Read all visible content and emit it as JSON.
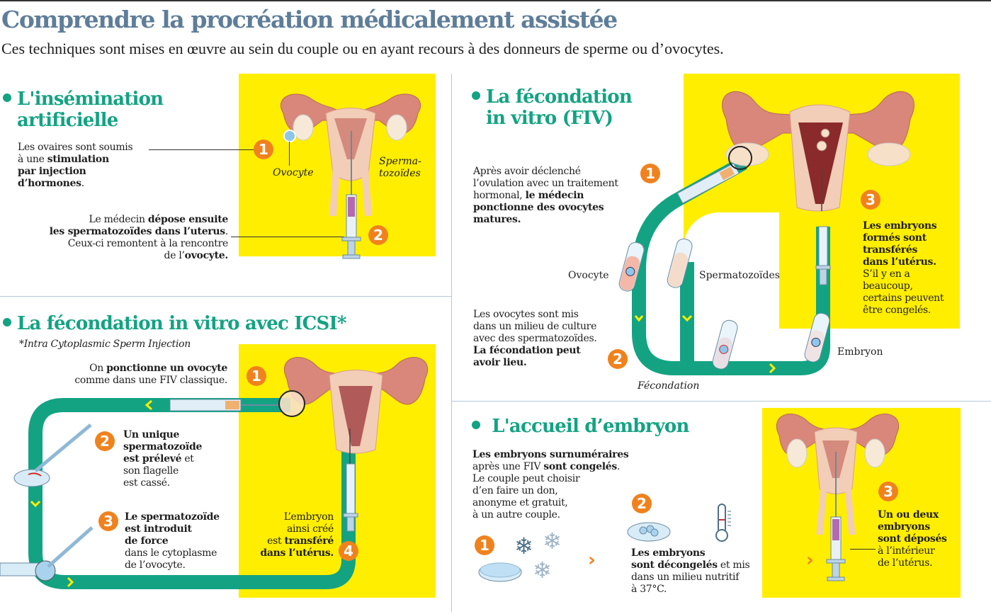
{
  "header": {
    "title": "Comprendre la procréation médicalement assistée",
    "subtitle": "Ces techniques sont mises en œuvre au sein du couple ou en ayant recours à des donneurs de sperme ou d’ovocytes."
  },
  "colors": {
    "title": "#5e7d99",
    "section_title": "#13a383",
    "highlight_bg": "#ffee00",
    "path": "#13a383",
    "badge": "#f0821e",
    "arrow": "#ffee00"
  },
  "insemination": {
    "title_line1": "L'insémination",
    "title_line2": "artificielle",
    "step1": {
      "number": "1",
      "text_pre": "Les ovaires sont soumis",
      "text_mid": "à une ",
      "text_bold1": "stimulation",
      "text_bold2": "par injection",
      "text_bold3": "d’hormones",
      "text_end": "."
    },
    "step2": {
      "number": "2",
      "line1_pre": "Le médecin ",
      "line1_bold": "dépose ensuite",
      "line2_bold": "les spermatozoïdes dans l’uterus",
      "line2_end": ".",
      "line3": "Ceux-ci remontent à la rencontre",
      "line4_pre": "de l’",
      "line4_bold": "ovocyte."
    },
    "labels": {
      "ovocyte": "Ovocyte",
      "sperm_line1": "Sperma-",
      "sperm_line2": "tozoïdes"
    }
  },
  "icsi": {
    "title": "La fécondation in vitro avec ICSI*",
    "footnote": "*Intra Cytoplasmic Sperm Injection",
    "step1": {
      "number": "1",
      "line1_pre": "On ",
      "line1_bold": "ponctionne un ovocyte",
      "line2": "comme dans une FIV classique."
    },
    "step2": {
      "number": "2",
      "bold1": "Un unique",
      "bold2": "spermatozoïde",
      "bold3": "est prélevé",
      "after3": " et",
      "line4": "son flagelle",
      "line5": "est cassé."
    },
    "step3": {
      "number": "3",
      "bold1": "Le spermatozoïde",
      "bold2": "est introduit",
      "bold3": "de force",
      "line4": "dans le cytoplasme",
      "line5": "de l’ovocyte."
    },
    "step4": {
      "number": "4",
      "line1": "L’embryon",
      "line2": "ainsi créé",
      "line3_pre": "est ",
      "line3_bold": "transféré",
      "line4_bold": "dans l’utérus."
    }
  },
  "fiv": {
    "title_line1": "La fécondation",
    "title_line2": "in vitro (FIV)",
    "step1": {
      "number": "1",
      "line1": "Après avoir déclenché",
      "line2": "l’ovulation avec un traitement",
      "line3_pre": "hormonal, ",
      "line3_bold": "le médecin",
      "line4_bold": "ponctionne des ovocytes",
      "line5_bold": "matures."
    },
    "step2": {
      "number": "2",
      "line1": "Les ovocytes sont mis",
      "line2": "dans un milieu de culture",
      "line3": "avec des spermatozoïdes.",
      "line4_bold": "La fécondation peut",
      "line5_bold": "avoir lieu."
    },
    "step3": {
      "number": "3",
      "bold1": "Les embryons",
      "bold2": "formés sont",
      "bold3": "transférés",
      "bold4": "dans l’utérus.",
      "line5": "S’il y en a",
      "line6": "beaucoup,",
      "line7": "certains peuvent",
      "line8": "être congelés."
    },
    "labels": {
      "ovocyte": "Ovocyte",
      "spermatozoides": "Spermatozoïdes",
      "fecondation": "Fécondation",
      "embryon": "Embryon"
    }
  },
  "accueil": {
    "title": "L'accueil d’embryon",
    "intro": {
      "line1_bold": "Les embryons surnuméraires",
      "line2_pre": "après une FIV ",
      "line2_bold": "sont congelés",
      "line2_end": ".",
      "line3": "Le couple peut choisir",
      "line4": "d’en faire un don,",
      "line5": "anonyme et gratuit,",
      "line6": "à un autre couple."
    },
    "step1": {
      "number": "1"
    },
    "step2": {
      "number": "2",
      "line1_bold": "Les embryons",
      "line2_bold": "sont décongelés",
      "line2_after": " et mis",
      "line3": "dans un milieu nutritif",
      "line4": "à 37°C."
    },
    "step3": {
      "number": "3",
      "bold1": "Un ou deux",
      "bold2": "embryons",
      "bold3": "sont déposés",
      "line4": "à l’intérieur",
      "line5": "de l’utérus."
    }
  }
}
